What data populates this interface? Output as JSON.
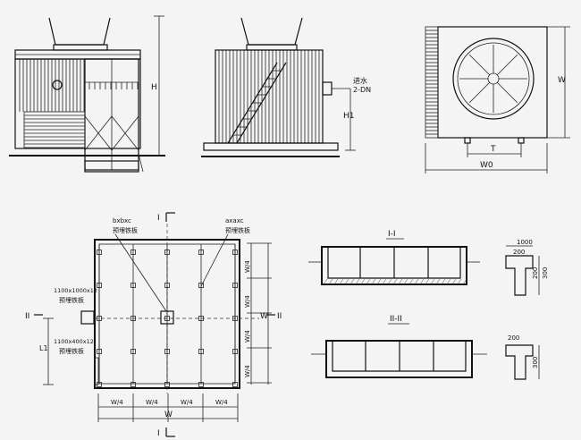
{
  "labels": {
    "dim_h": "H",
    "dim_h1": "H1",
    "inlet_water": "进水",
    "inlet_dn": "2-DN",
    "dim_w_right": "W",
    "dim_w0": "W0",
    "dim_t": "T",
    "section_mark": "I",
    "plate_bxbxc": "bxbxc",
    "plate_axaxc": "axaxc",
    "embedded_plate": "预埋铁板",
    "plate_1100x1000": "1100x1000x12",
    "plate_1100x400": "1100x400x12",
    "dim_l1": "L1",
    "section_ii": "II",
    "quarter": "W/4",
    "dim_w": "W",
    "section_i_title": "I-I",
    "section_ii_title": "II-II",
    "d1000": "1000",
    "d200": "200",
    "d300": "300"
  }
}
